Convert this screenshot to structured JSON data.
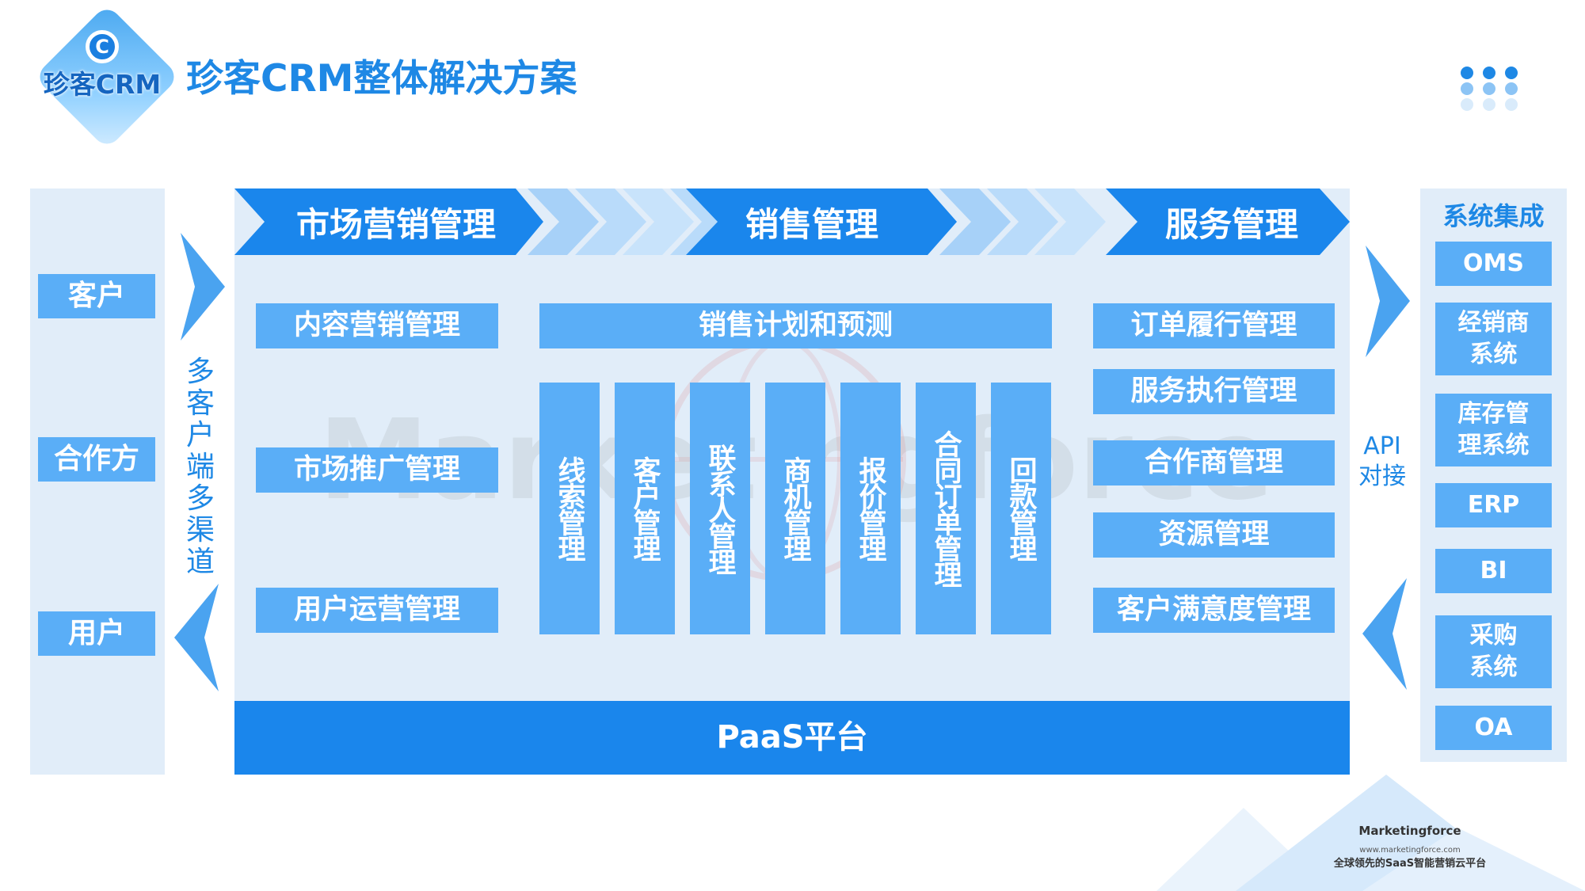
{
  "header": {
    "logo_text": "珍客CRM",
    "title": "珍客CRM整体解决方案"
  },
  "left": {
    "items": [
      "客户",
      "合作方",
      "用户"
    ],
    "channel_text": "多客户端多渠道"
  },
  "stages": [
    "市场营销管理",
    "销售管理",
    "服务管理"
  ],
  "marketing": [
    "内容营销管理",
    "市场推广管理",
    "用户运营管理"
  ],
  "sales": {
    "plan": "销售计划和预测",
    "columns": [
      "线索管理",
      "客户管理",
      "联系人管理",
      "商机管理",
      "报价管理",
      "合同订单管理",
      "回款管理"
    ]
  },
  "service": [
    "订单履行管理",
    "服务执行管理",
    "合作商管理",
    "资源管理",
    "客户满意度管理"
  ],
  "platform": "PaaS平台",
  "api_text": [
    "API",
    "对接"
  ],
  "integration": {
    "title": "系统集成",
    "items": [
      [
        "OMS"
      ],
      [
        "经销商",
        "系统"
      ],
      [
        "库存管",
        "理系统"
      ],
      [
        "ERP"
      ],
      [
        "BI"
      ],
      [
        "采购",
        "系统"
      ],
      [
        "OA"
      ]
    ]
  },
  "watermark": "Marketingforce",
  "footer": {
    "brand": "Marketingforce",
    "url": "www.marketingforce.com",
    "slogan": "全球领先的SaaS智能营销云平台"
  },
  "colors": {
    "primary": "#1a86ec",
    "box": "#5aaef7",
    "panel": "#e1edf9",
    "title": "#1e88e5"
  }
}
